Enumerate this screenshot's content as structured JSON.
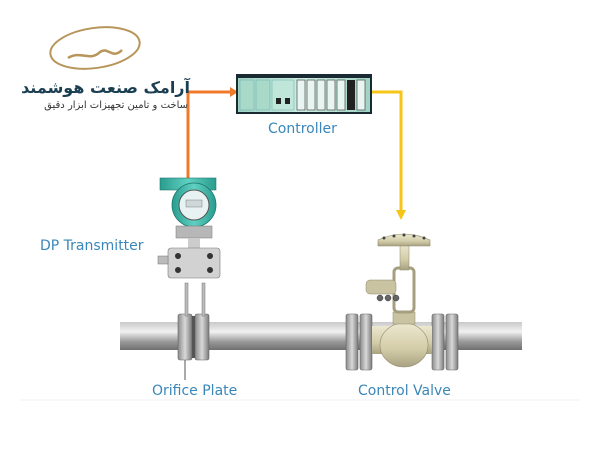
{
  "brand": {
    "name": "آرامک صنعت هوشمند",
    "tagline": "ساخت و تامین تجهیزات ابزار دقیق",
    "logo_color": "#b8955a"
  },
  "diagram": {
    "title": "Flow control loop",
    "components": {
      "controller": "Controller",
      "transmitter": "DP Transmitter",
      "orifice": "Orifice Plate",
      "valve": "Control Valve"
    },
    "signals": [
      {
        "from": "DP Transmitter",
        "to": "Controller",
        "color": "#f07a2a"
      },
      {
        "from": "Controller",
        "to": "Control Valve",
        "color": "#f5c518"
      }
    ],
    "colors": {
      "label": "#3a86b8",
      "transmitter_head": "#3fb7a8",
      "pipe": "#9a9a9a",
      "valve_body": "#d8d3b5"
    }
  }
}
